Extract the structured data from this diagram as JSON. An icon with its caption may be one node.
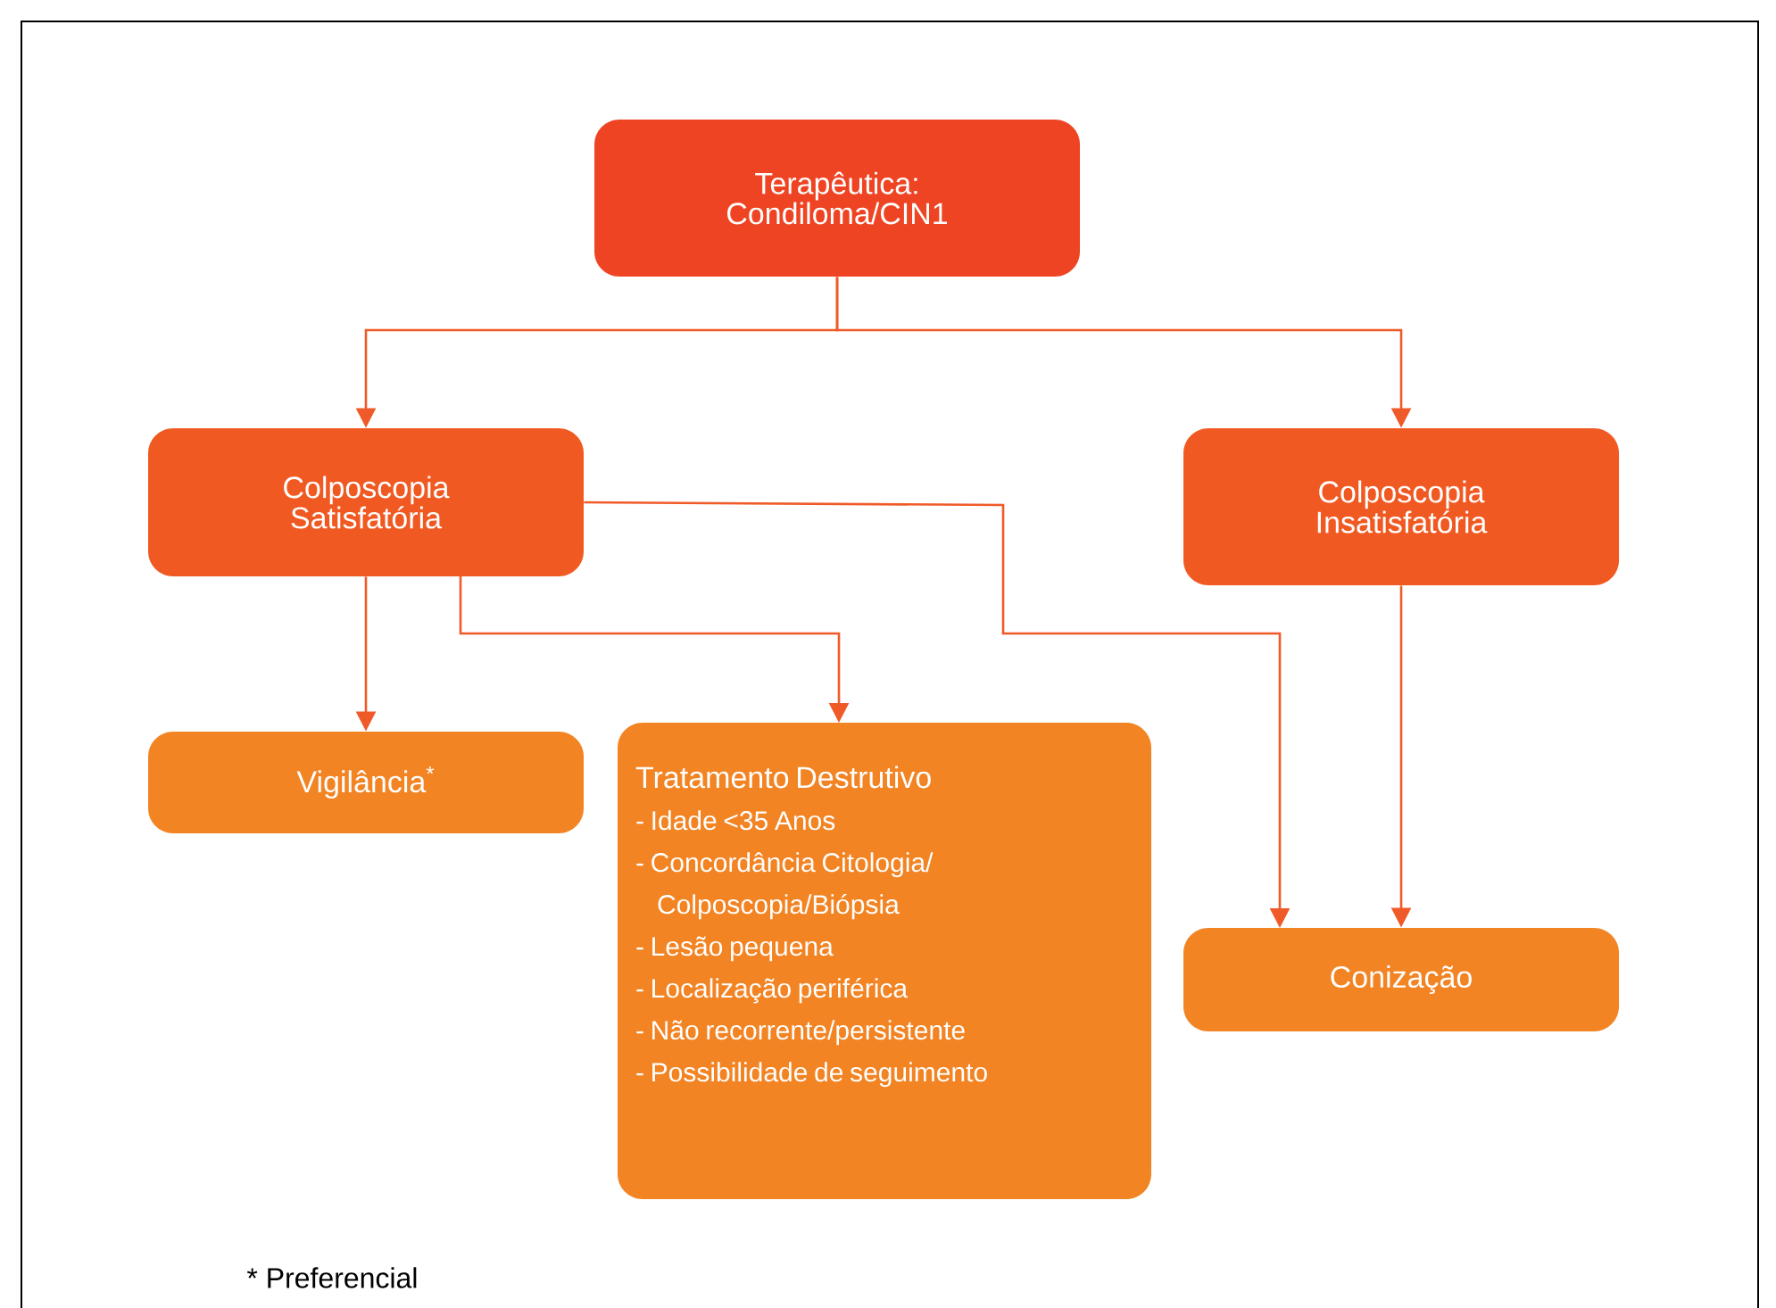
{
  "diagram": {
    "nodes": [
      {
        "text": [
          "Terapêutica: Condiloma/CIN1"
        ]
      },
      {
        "text": [
          "Colposcopia Satisfatória"
        ]
      },
      {
        "text": [
          "Colposcopia Insatisfatória"
        ]
      },
      {
        "text": [
          "Vigilância$^{*}$"
        ]
      },
      {
        "text": [
          "Tratamento Destrutivo",
          "- Idade <35 Anos",
          "- Concordância Citologia/ Colposcopia/Biópsia",
          "- Lesão pequena",
          "- Localização periférica",
          "- Não recorrente/persistente",
          "- Possibilidade de seguimento"
        ]
      },
      {
        "text": [
          "Conização"
        ]
      }
    ],
    "edges": [
      {
        "from": 0,
        "to": 1,
        "arrow": "to"
      },
      {
        "from": 0,
        "to": 2,
        "arrow": "to"
      },
      {
        "from": 1,
        "to": 3,
        "arrow": "to"
      },
      {
        "from": 1,
        "to": 4,
        "arrow": "to"
      },
      {
        "from": 1,
        "to": 5,
        "arrow": "to"
      },
      {
        "from": 2,
        "to": 5,
        "arrow": "to"
      }
    ],
    "labels": [
      "* Preferencial"
    ]
  }
}
